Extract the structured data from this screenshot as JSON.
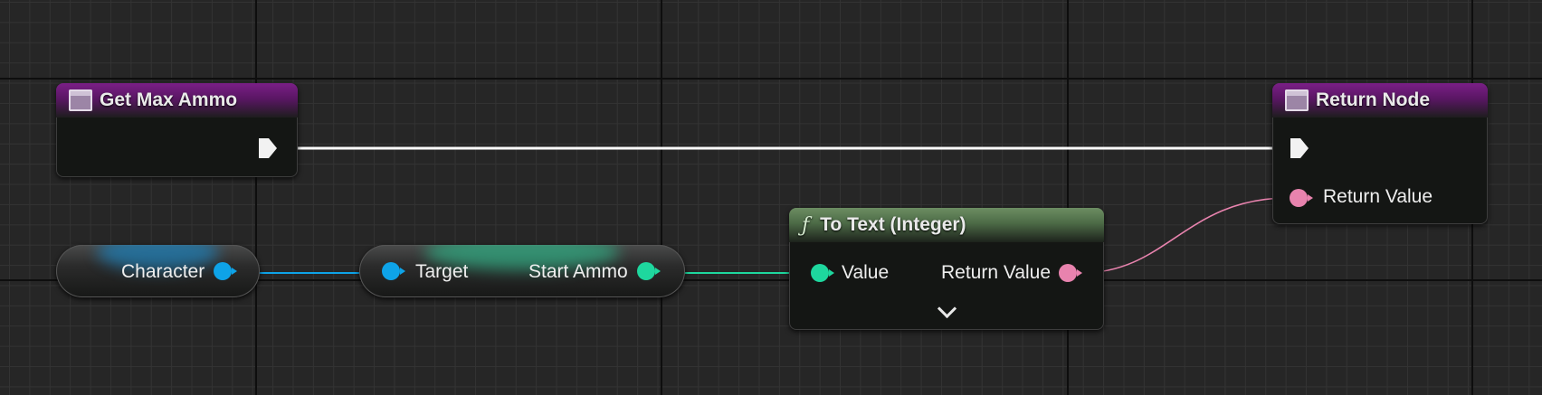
{
  "nodes": {
    "get_max_ammo": {
      "title": "Get Max Ammo"
    },
    "return_node": {
      "title": "Return Node",
      "pin_return_value": "Return Value"
    },
    "character": {
      "label": "Character"
    },
    "start_ammo": {
      "pin_target": "Target",
      "pin_output": "Start Ammo"
    },
    "to_text": {
      "title": "To Text (Integer)",
      "function_glyph": "ƒ",
      "pin_value": "Value",
      "pin_return_value": "Return Value"
    }
  },
  "icons": {
    "event_node_icon": "function-entry-icon",
    "return_node_icon": "function-entry-icon",
    "function_icon": "function-icon",
    "expand_icon": "chevron-down-icon",
    "exec_pin": "exec-pin-icon",
    "data_pin": "data-pin-icon"
  },
  "colors": {
    "purple_header": "#5a1664",
    "green_header": "#4c6a46",
    "exec_wire": "#ffffff",
    "object_wire": "#0ea3e8",
    "integer_wire": "#1ed79e",
    "text_wire": "#e883ae"
  }
}
